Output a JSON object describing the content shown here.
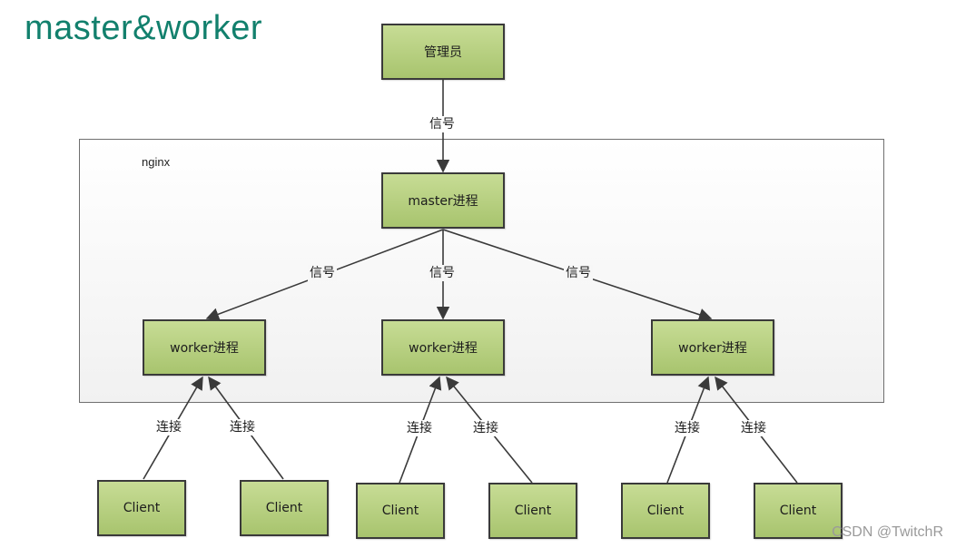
{
  "title": "master&worker",
  "container_label": "nginx",
  "nodes": {
    "admin": "管理员",
    "master": "master进程",
    "worker1": "worker进程",
    "worker2": "worker进程",
    "worker3": "worker进程",
    "client1": "Client",
    "client2": "Client",
    "client3": "Client",
    "client4": "Client",
    "client5": "Client",
    "client6": "Client"
  },
  "edge_labels": {
    "admin_master": "信号",
    "master_worker1": "信号",
    "master_worker2": "信号",
    "master_worker3": "信号",
    "c1_w1": "连接",
    "c2_w1": "连接",
    "c3_w2": "连接",
    "c4_w2": "连接",
    "c5_w3": "连接",
    "c6_w3": "连接"
  },
  "watermark": "CSDN @TwitchR"
}
